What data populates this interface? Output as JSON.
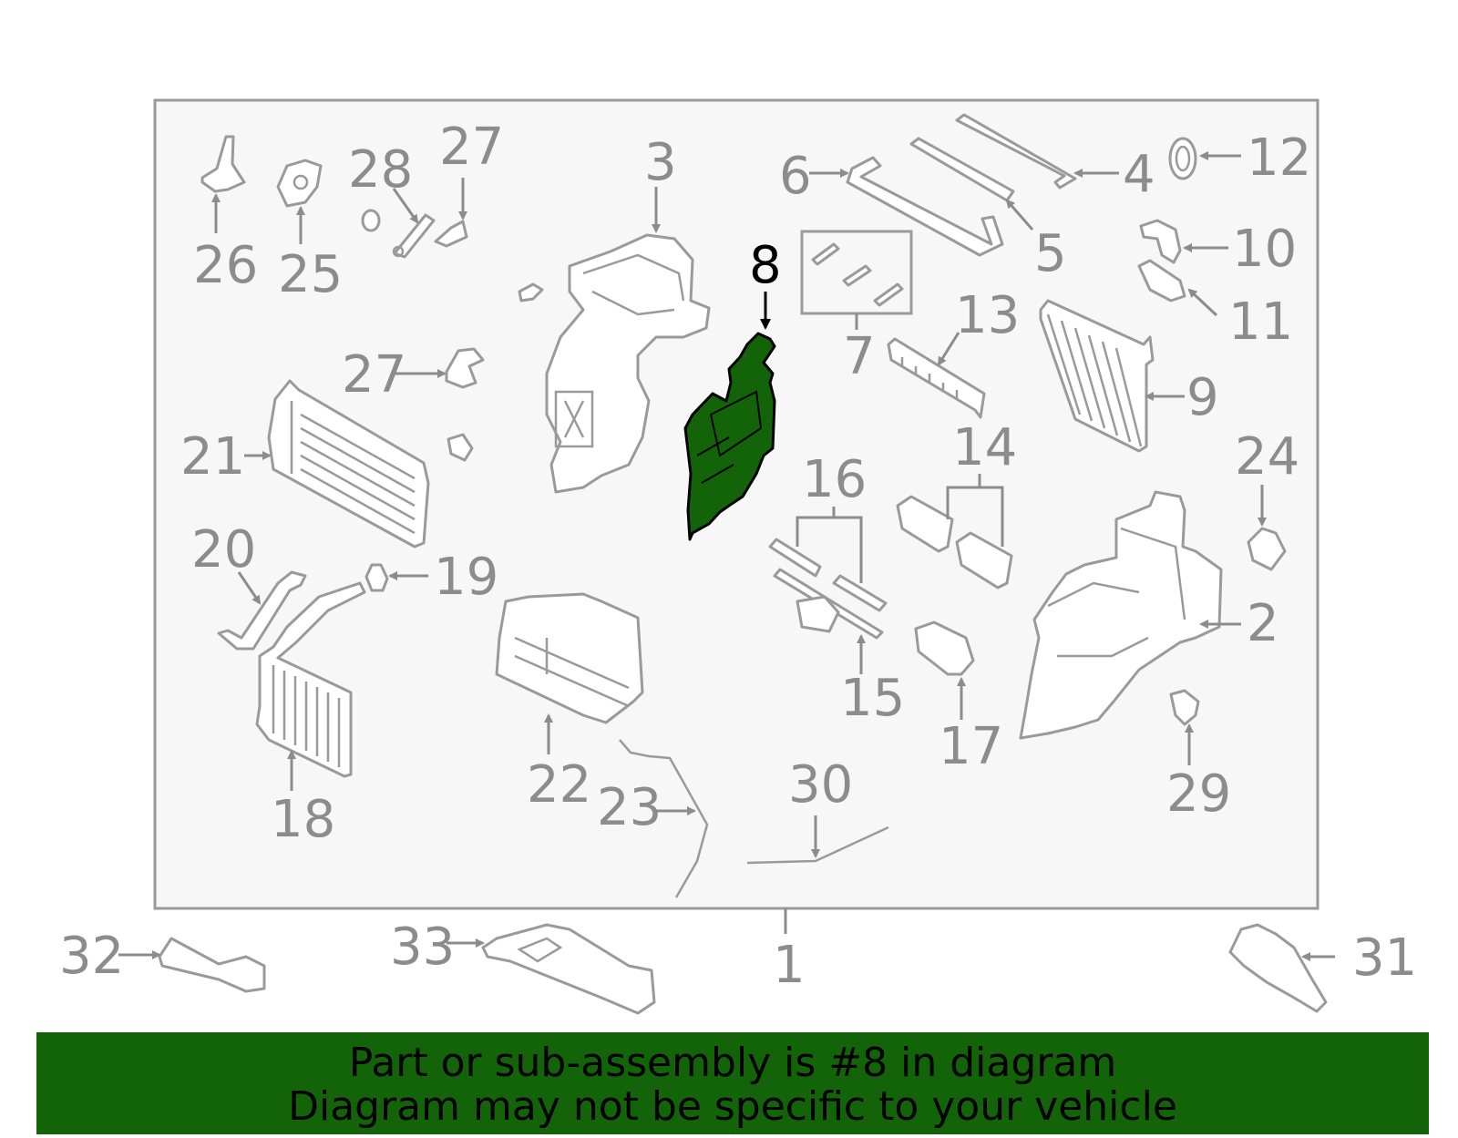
{
  "highlighted_part": "8",
  "colors": {
    "highlight": "#136409",
    "frame": "#9a9a9a",
    "label": "#8c8c8c"
  },
  "labels": [
    {
      "id": "1",
      "text": "1"
    },
    {
      "id": "2",
      "text": "2"
    },
    {
      "id": "3",
      "text": "3"
    },
    {
      "id": "4",
      "text": "4"
    },
    {
      "id": "5",
      "text": "5"
    },
    {
      "id": "6",
      "text": "6"
    },
    {
      "id": "7",
      "text": "7"
    },
    {
      "id": "8",
      "text": "8"
    },
    {
      "id": "9",
      "text": "9"
    },
    {
      "id": "10",
      "text": "10"
    },
    {
      "id": "11",
      "text": "11"
    },
    {
      "id": "12",
      "text": "12"
    },
    {
      "id": "13",
      "text": "13"
    },
    {
      "id": "14",
      "text": "14"
    },
    {
      "id": "15",
      "text": "15"
    },
    {
      "id": "16",
      "text": "16"
    },
    {
      "id": "17",
      "text": "17"
    },
    {
      "id": "18",
      "text": "18"
    },
    {
      "id": "19",
      "text": "19"
    },
    {
      "id": "20",
      "text": "20"
    },
    {
      "id": "21",
      "text": "21"
    },
    {
      "id": "22",
      "text": "22"
    },
    {
      "id": "23",
      "text": "23"
    },
    {
      "id": "24",
      "text": "24"
    },
    {
      "id": "25",
      "text": "25"
    },
    {
      "id": "26",
      "text": "26"
    },
    {
      "id": "27a",
      "text": "27"
    },
    {
      "id": "27b",
      "text": "27"
    },
    {
      "id": "28",
      "text": "28"
    },
    {
      "id": "29",
      "text": "29"
    },
    {
      "id": "30",
      "text": "30"
    },
    {
      "id": "31",
      "text": "31"
    },
    {
      "id": "32",
      "text": "32"
    },
    {
      "id": "33",
      "text": "33"
    }
  ],
  "banner": {
    "line1": "Part or sub-assembly is #8 in diagram",
    "line2": "Diagram may not be specific to your vehicle"
  }
}
